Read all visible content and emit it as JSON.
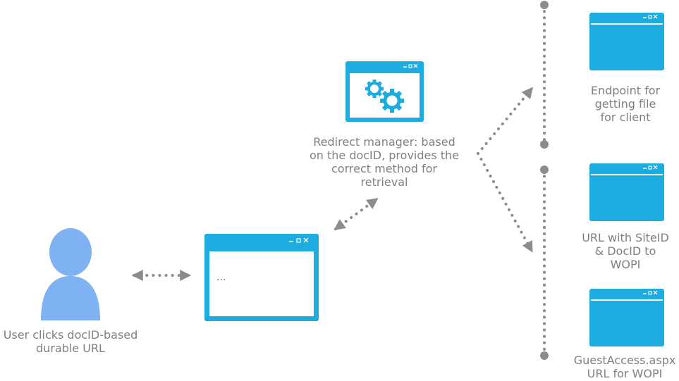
{
  "user": {
    "label_lines": [
      "User clicks docID-based",
      "durable URL"
    ]
  },
  "browser": {
    "content": "..."
  },
  "redirect_manager": {
    "label_lines": [
      "Redirect manager: based",
      "on the docID, provides the",
      "correct method for",
      "retrieval"
    ]
  },
  "endpoints": [
    {
      "label_lines": [
        "Endpoint for",
        "getting file",
        "for client"
      ]
    },
    {
      "label_lines": [
        "URL with SiteID",
        "& DocID to",
        "WOPI"
      ]
    },
    {
      "label_lines": [
        "GuestAccess.aspx",
        "URL for WOPI"
      ]
    }
  ],
  "colors": {
    "window": "#1cace0",
    "window_fill": "#1cace0",
    "user": "#7eb2f2",
    "arrows": "#8c8c8c",
    "text": "#808080"
  }
}
